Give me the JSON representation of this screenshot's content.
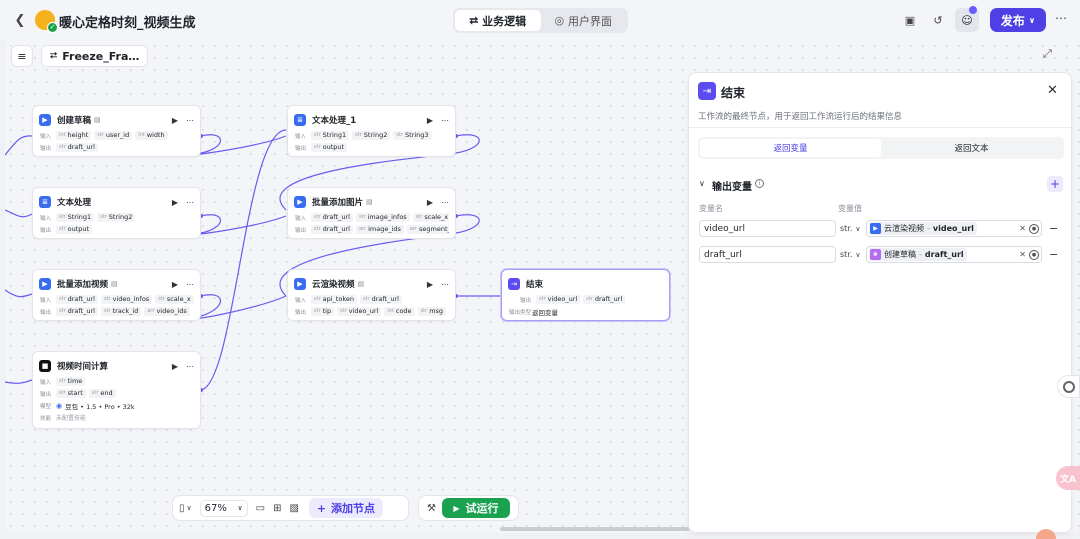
{
  "header": {
    "app_title": "暖心定格时刻_视频生成",
    "mode_tabs": [
      {
        "label": "业务逻辑",
        "icon": "workflow-icon",
        "active": true
      },
      {
        "label": "用户界面",
        "icon": "palette-icon",
        "active": false
      }
    ],
    "publish_label": "发布",
    "accent_color": "#4e40e5"
  },
  "canvas": {
    "flow_name": "Freeze_Fra…",
    "zoom": "67%",
    "add_node_label": "添加节点",
    "test_run_label": "试运行",
    "run_color": "#1aa251"
  },
  "nodes": {
    "create_draft": {
      "title": "创建草稿",
      "in_label": "输入",
      "out_label": "输出",
      "inputs": [
        {
          "t": "int",
          "name": "height"
        },
        {
          "t": "str",
          "name": "user_id"
        },
        {
          "t": "int",
          "name": "width"
        }
      ],
      "outputs": [
        {
          "t": "str",
          "name": "draft_url"
        }
      ]
    },
    "text_proc": {
      "title": "文本处理",
      "in_label": "输入",
      "out_label": "输出",
      "inputs": [
        {
          "t": "str",
          "name": "String1"
        },
        {
          "t": "str",
          "name": "String2"
        }
      ],
      "outputs": [
        {
          "t": "str",
          "name": "output"
        }
      ]
    },
    "batch_video": {
      "title": "批量添加视频",
      "in_label": "输入",
      "out_label": "输出",
      "inputs": [
        {
          "t": "str",
          "name": "draft_url"
        },
        {
          "t": "str",
          "name": "video_infos"
        },
        {
          "t": "str",
          "name": "scale_x"
        }
      ],
      "outputs": [
        {
          "t": "str",
          "name": "draft_url"
        },
        {
          "t": "str",
          "name": "track_id"
        },
        {
          "t": "arr",
          "name": "video_ids"
        }
      ]
    },
    "video_time": {
      "title": "视频时间计算",
      "in_label": "输入",
      "out_label": "输出",
      "model_label": "模型",
      "skill_label": "技能",
      "inputs": [
        {
          "t": "str",
          "name": "time"
        }
      ],
      "outputs": [
        {
          "t": "str",
          "name": "start"
        },
        {
          "t": "str",
          "name": "end"
        }
      ],
      "model": "豆包 • 1.5 • Pro • 32k",
      "skill": "未配置技能"
    },
    "text_proc_1": {
      "title": "文本处理_1",
      "in_label": "输入",
      "out_label": "输出",
      "inputs": [
        {
          "t": "str",
          "name": "String1"
        },
        {
          "t": "str",
          "name": "String2"
        },
        {
          "t": "str",
          "name": "String3"
        }
      ],
      "outputs": [
        {
          "t": "str",
          "name": "output"
        }
      ]
    },
    "batch_image": {
      "title": "批量添加图片",
      "in_label": "输入",
      "out_label": "输出",
      "inputs": [
        {
          "t": "str",
          "name": "draft_url"
        },
        {
          "t": "str",
          "name": "image_infos"
        },
        {
          "t": "str",
          "name": "scale_x"
        }
      ],
      "outputs": [
        {
          "t": "str",
          "name": "draft_url"
        },
        {
          "t": "arr",
          "name": "image_ids"
        },
        {
          "t": "arr",
          "name": "segment_ids"
        }
      ]
    },
    "cloud_render": {
      "title": "云渲染视频",
      "in_label": "输入",
      "out_label": "输出",
      "inputs": [
        {
          "t": "str",
          "name": "api_token"
        },
        {
          "t": "str",
          "name": "draft_url"
        }
      ],
      "outputs": [
        {
          "t": "str",
          "name": "tip"
        },
        {
          "t": "str",
          "name": "video_url"
        },
        {
          "t": "int",
          "name": "code"
        },
        {
          "t": "str",
          "name": "msg"
        }
      ]
    },
    "end": {
      "title": "结束",
      "out_label": "输出",
      "out_type_label": "输出类型",
      "outputs": [
        {
          "t": "str",
          "name": "video_url"
        },
        {
          "t": "str",
          "name": "draft_url"
        }
      ],
      "out_type": "返回变量"
    }
  },
  "panel": {
    "title": "结束",
    "description": "工作流的最终节点，用于返回工作流运行后的结果信息",
    "tabs": [
      {
        "label": "返回变量",
        "active": true
      },
      {
        "label": "返回文本",
        "active": false
      }
    ],
    "section_title": "输出变量",
    "col_name": "变量名",
    "col_value": "变量值",
    "variables": [
      {
        "name": "video_url",
        "type": "str.",
        "ref_node": "云渲染视频",
        "ref_field": "video_url",
        "ref_color": "#3a6cf0"
      },
      {
        "name": "draft_url",
        "type": "str.",
        "ref_node": "创建草稿",
        "ref_field": "draft_url",
        "ref_color": "#b36cf0"
      }
    ]
  }
}
